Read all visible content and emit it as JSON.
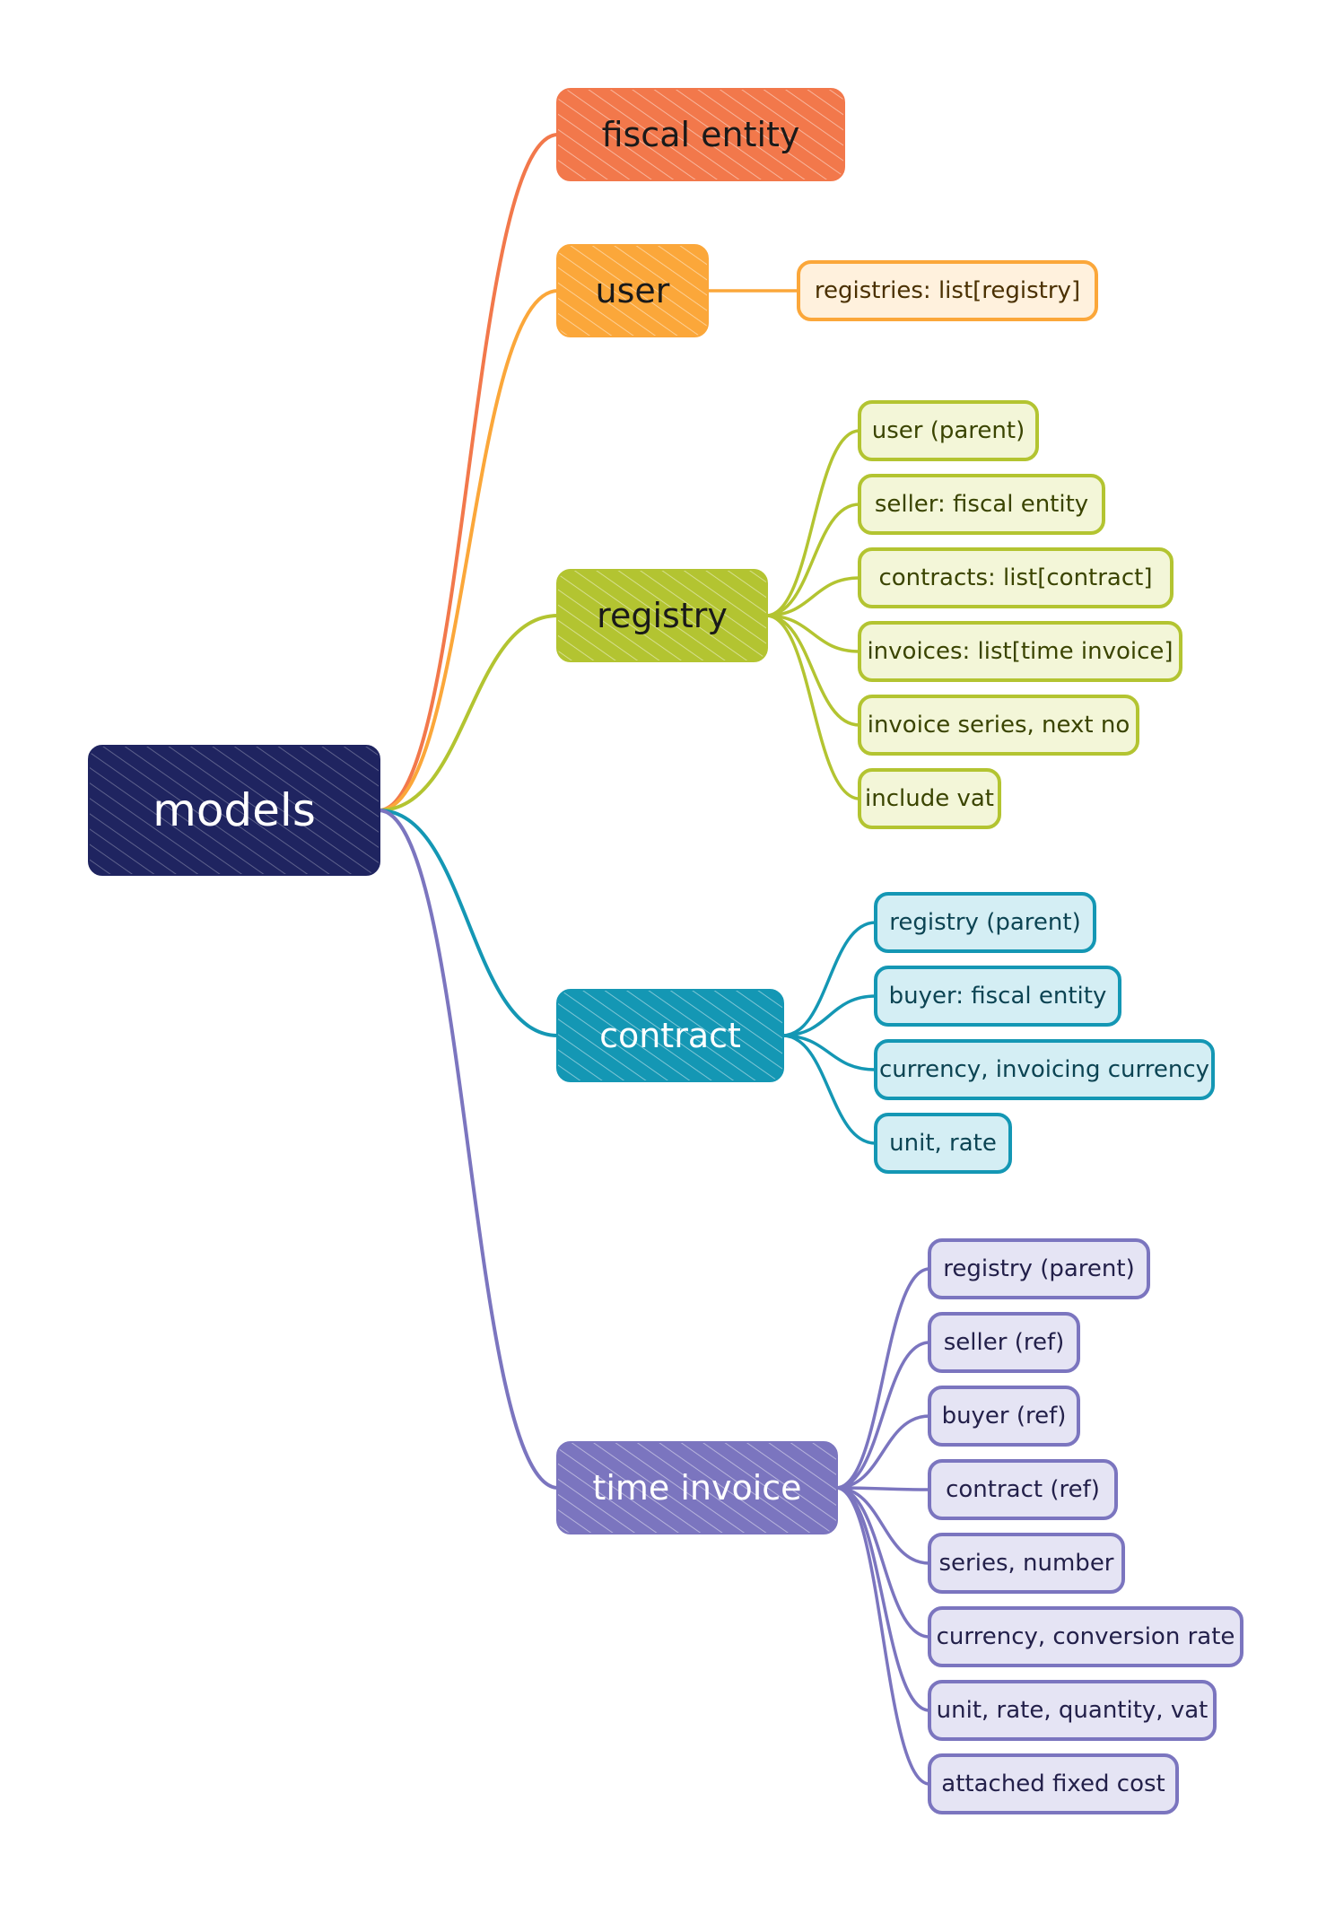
{
  "root": {
    "label": "models",
    "color": "#1f2460"
  },
  "branches": [
    {
      "id": "fiscal-entity",
      "label": "fiscal entity",
      "color": "#f2784b",
      "fill": "#f2784b",
      "text_color": "#1a1a1a",
      "children": []
    },
    {
      "id": "user",
      "label": "user",
      "color": "#fba73a",
      "fill": "#fba73a",
      "text_color": "#1a1a1a",
      "child_fill": "#fff1dd",
      "child_text": "#4a3000",
      "children": [
        "registries: list[registry]"
      ]
    },
    {
      "id": "registry",
      "label": "registry",
      "color": "#b3c431",
      "fill": "#b3c431",
      "text_color": "#1a1a1a",
      "child_fill": "#f3f6d8",
      "child_text": "#3a4400",
      "children": [
        "user (parent)",
        "seller: fiscal entity",
        "contracts: list[contract]",
        "invoices: list[time invoice]",
        "invoice series, next no",
        "include vat"
      ]
    },
    {
      "id": "contract",
      "label": "contract",
      "color": "#1497b4",
      "fill": "#1497b4",
      "text_color": "#ffffff",
      "child_fill": "#d4eef4",
      "child_text": "#0c4453",
      "children": [
        "registry (parent)",
        "buyer: fiscal entity",
        "currency, invoicing currency",
        "unit, rate"
      ]
    },
    {
      "id": "time-invoice",
      "label": "time invoice",
      "color": "#7b75bf",
      "fill": "#7b75bf",
      "text_color": "#ffffff",
      "child_fill": "#e5e4f4",
      "child_text": "#23204a",
      "children": [
        "registry (parent)",
        "seller (ref)",
        "buyer (ref)",
        "contract (ref)",
        "series, number",
        "currency, conversion rate",
        "unit, rate, quantity, vat",
        "attached fixed cost"
      ]
    }
  ]
}
